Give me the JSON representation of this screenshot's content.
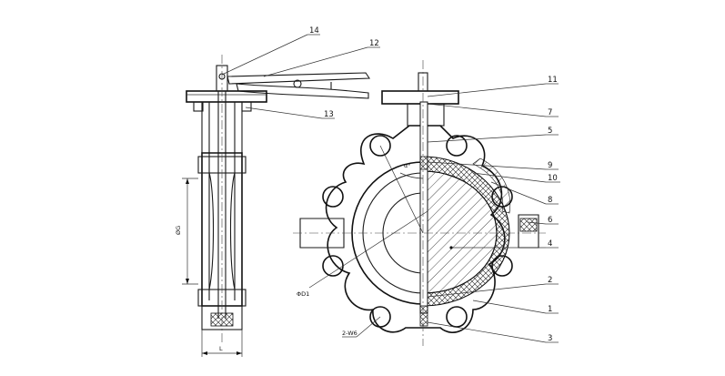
{
  "callouts": [
    {
      "id": "14",
      "text": "14"
    },
    {
      "id": "12",
      "text": "12"
    },
    {
      "id": "13",
      "text": "13"
    },
    {
      "id": "11",
      "text": "11"
    },
    {
      "id": "7",
      "text": "7"
    },
    {
      "id": "5",
      "text": "5"
    },
    {
      "id": "9",
      "text": "9"
    },
    {
      "id": "10",
      "text": "10"
    },
    {
      "id": "8",
      "text": "8"
    },
    {
      "id": "6",
      "text": "6"
    },
    {
      "id": "4",
      "text": "4"
    },
    {
      "id": "2",
      "text": "2"
    },
    {
      "id": "1",
      "text": "1"
    },
    {
      "id": "3",
      "text": "3"
    }
  ],
  "dimensions": {
    "height_label": "ØG",
    "length_label": "L",
    "bolt_circle_label": "ΦD1",
    "holes_label": "2-W6",
    "angle_label": "α°"
  }
}
